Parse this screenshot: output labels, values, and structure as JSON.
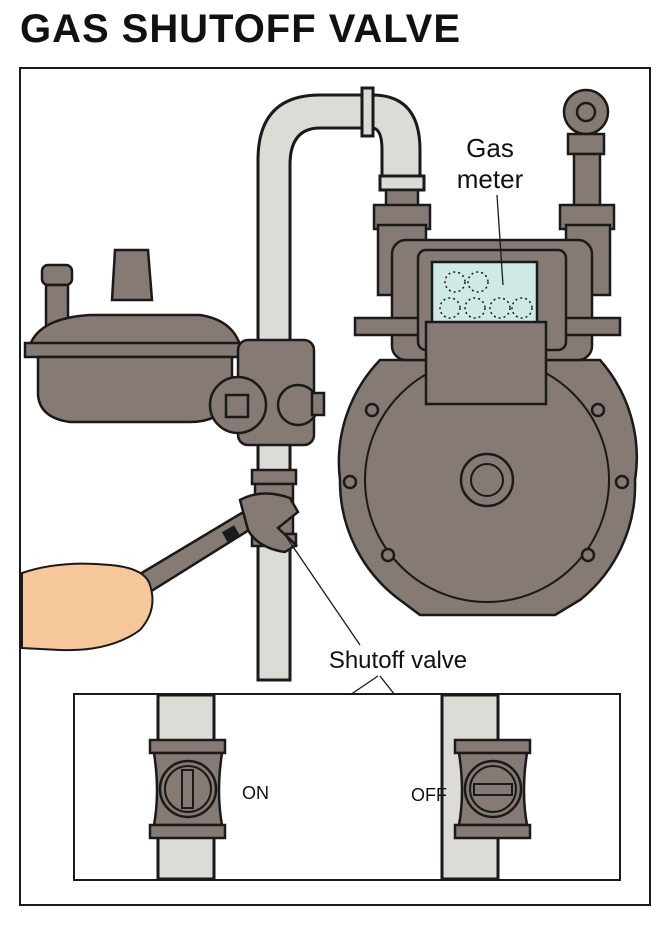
{
  "title": "GAS SHUTOFF VALVE",
  "labels": {
    "gas_meter_line1": "Gas",
    "gas_meter_line2": "meter",
    "shutoff_valve": "Shutoff valve",
    "on": "ON",
    "off": "OFF"
  },
  "colors": {
    "metal": "#857a74",
    "pipe": "#dcdbd6",
    "meter_window": "#cfe9e4",
    "skin": "#f6c79a"
  }
}
